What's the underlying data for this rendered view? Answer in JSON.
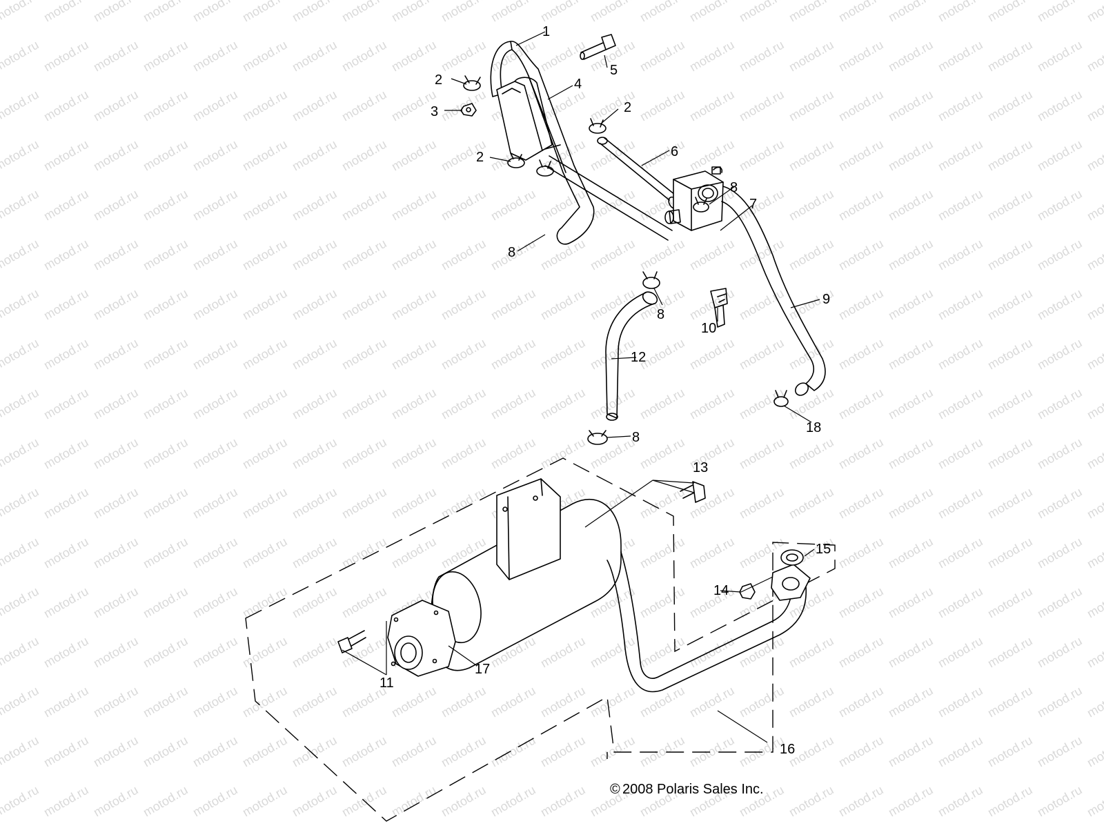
{
  "watermark": "motod.ru",
  "copyright": "2008 Polaris Sales Inc.",
  "copyright_symbol": "©",
  "callouts": {
    "c1": "1",
    "c2a": "2",
    "c2b": "2",
    "c2c": "2",
    "c3": "3",
    "c4": "4",
    "c5": "5",
    "c6": "6",
    "c7": "7",
    "c8a": "8",
    "c8b": "8",
    "c8c": "8",
    "c8d": "8",
    "c9": "9",
    "c10": "10",
    "c11": "11",
    "c12": "12",
    "c13": "13",
    "c14": "14",
    "c15": "15",
    "c16": "16",
    "c17": "17",
    "c18": "18"
  }
}
